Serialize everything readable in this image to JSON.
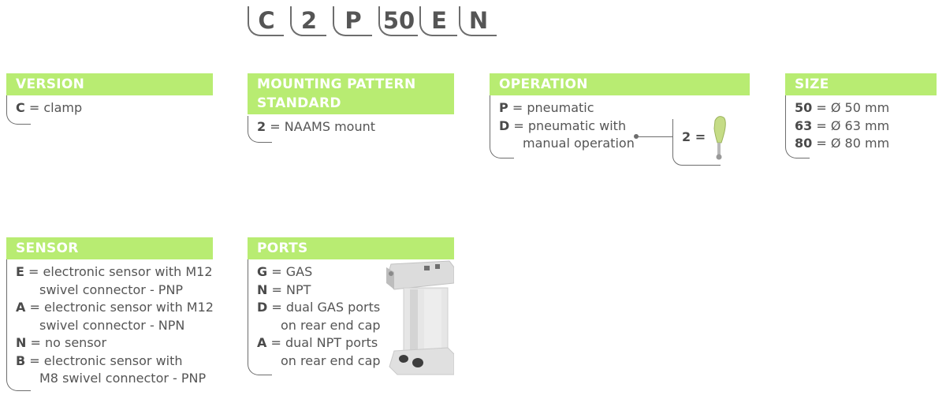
{
  "order_code": [
    "C",
    "2",
    "P",
    "50",
    "E",
    "N"
  ],
  "version": {
    "title": "VERSION",
    "items": [
      {
        "code": "C",
        "text": "= clamp"
      }
    ]
  },
  "mounting": {
    "title_line1": "MOUNTING PATTERN",
    "title_line2": "STANDARD",
    "items": [
      {
        "code": "2",
        "text": "= NAAMS mount"
      }
    ]
  },
  "operation": {
    "title": "OPERATION",
    "items": [
      {
        "code": "P",
        "text": "= pneumatic"
      },
      {
        "code": "D",
        "text": "= pneumatic with"
      }
    ],
    "continuation": "manual operation",
    "detail_label": "2 =",
    "detail_icon": "manual-lever-icon"
  },
  "size": {
    "title": "SIZE",
    "items": [
      {
        "code": "50",
        "text": "= Ø 50 mm"
      },
      {
        "code": "63",
        "text": "= Ø 63 mm"
      },
      {
        "code": "80",
        "text": "= Ø 80 mm"
      }
    ]
  },
  "sensor": {
    "title": "SENSOR",
    "items": [
      {
        "code": "E",
        "text": "= electronic sensor with M12",
        "cont": "swivel connector - PNP"
      },
      {
        "code": "A",
        "text": "= electronic sensor with M12",
        "cont": "swivel connector - NPN"
      },
      {
        "code": "N",
        "text": "= no sensor"
      },
      {
        "code": "B",
        "text": "= electronic sensor with",
        "cont": "M8 swivel connector - PNP"
      }
    ]
  },
  "ports": {
    "title": "PORTS",
    "items": [
      {
        "code": "G",
        "text": "= GAS"
      },
      {
        "code": "N",
        "text": "= NPT"
      },
      {
        "code": "D",
        "text": "= dual GAS ports",
        "cont": "on rear end cap"
      },
      {
        "code": "A",
        "text": "= dual NPT ports",
        "cont": "on rear end cap"
      }
    ],
    "image_icon": "cylinder-rear-ports-image"
  },
  "colors": {
    "accent_bar": "#b8ec72",
    "text": "#555555",
    "bracket": "#6d6d6d"
  }
}
